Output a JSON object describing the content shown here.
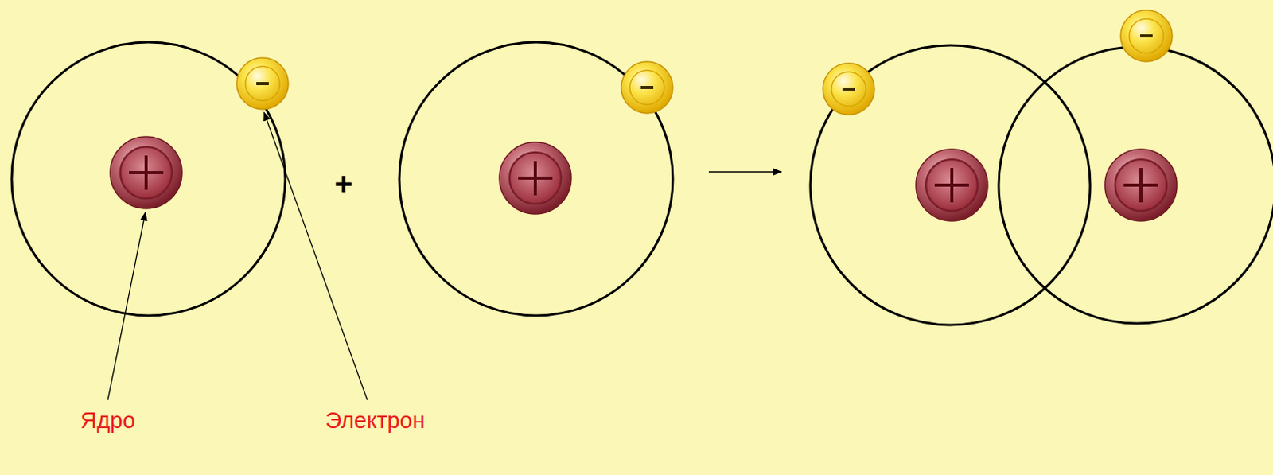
{
  "diagram": {
    "labels": [
      "Ядро",
      "Электрон",
      "+"
    ]
  }
}
